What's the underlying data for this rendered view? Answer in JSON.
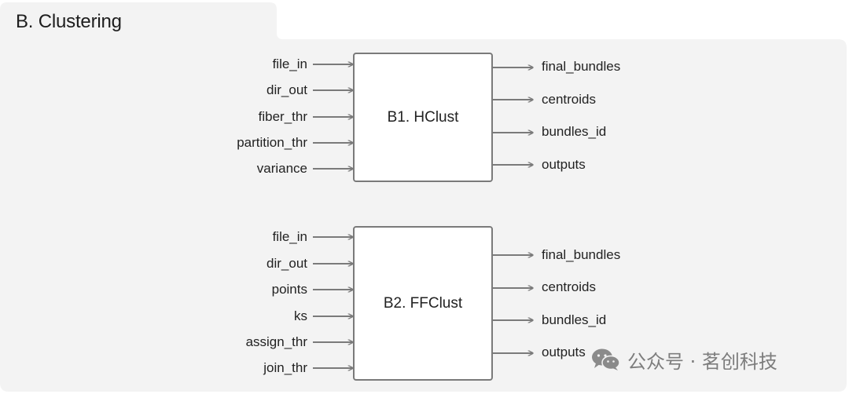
{
  "panel": {
    "title": "B. Clustering"
  },
  "modules": [
    {
      "name": "B1. HClust",
      "inputs": [
        "file_in",
        "dir_out",
        "fiber_thr",
        "partition_thr",
        "variance"
      ],
      "outputs": [
        "final_bundles",
        "centroids",
        "bundles_id",
        "outputs"
      ]
    },
    {
      "name": "B2. FFClust",
      "inputs": [
        "file_in",
        "dir_out",
        "points",
        "ks",
        "assign_thr",
        "join_thr"
      ],
      "outputs": [
        "final_bundles",
        "centroids",
        "bundles_id",
        "outputs"
      ]
    }
  ],
  "watermark": {
    "text": "公众号 · 茗创科技",
    "icon": "wechat-logo-icon"
  },
  "colors": {
    "panel_bg": "#f3f3f3",
    "arrow": "#7a7a7a",
    "text": "#222222"
  }
}
